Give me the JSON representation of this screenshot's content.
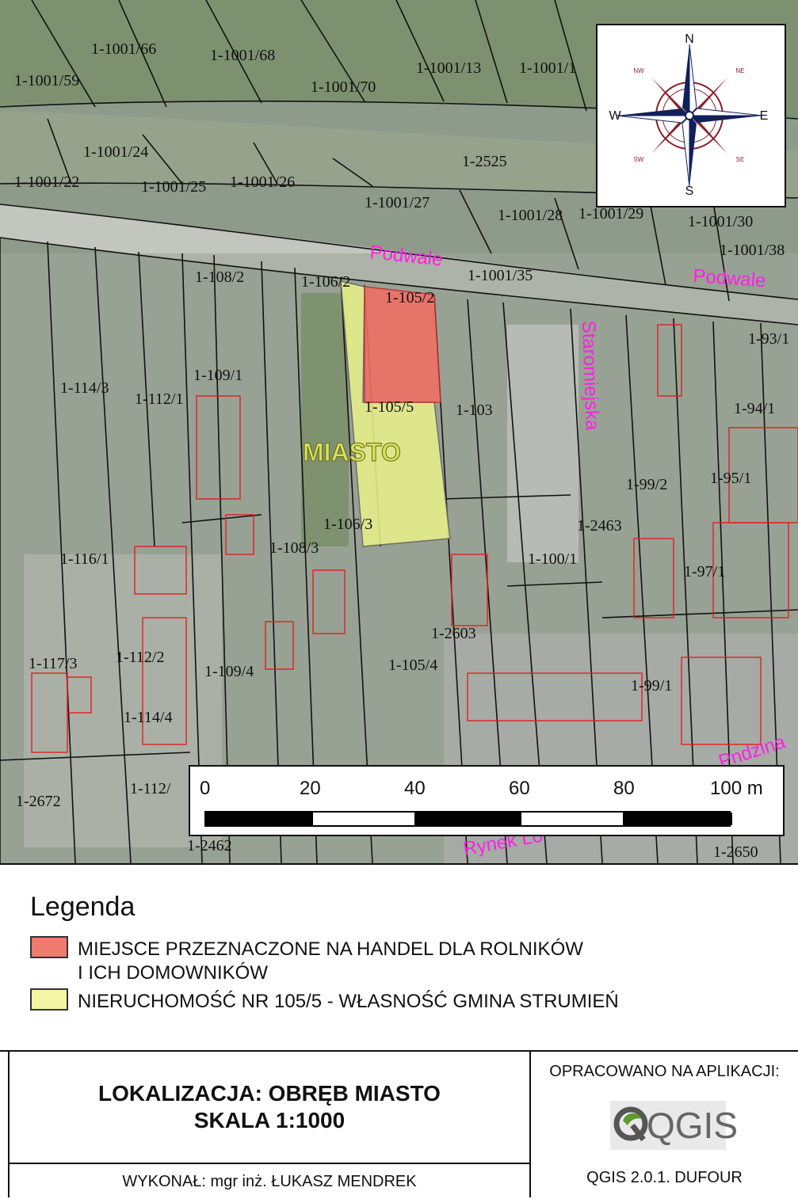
{
  "map": {
    "parcels": [
      "1-1001/66",
      "1-1001/68",
      "1-1001/59",
      "1-1001/70",
      "1-1001/13",
      "1-1001/1",
      "1-1001/24",
      "1-2525",
      "1-1001/22",
      "1-1001/25",
      "1-1001/26",
      "1-1001/27",
      "1-1001/28",
      "1-1001/29",
      "1-1001/30",
      "1-1001/38",
      "1-108/2",
      "1-106/2",
      "1-105/2",
      "1-1001/35",
      "1-93/1",
      "1-109/1",
      "1-114/3",
      "1-112/1",
      "1-105/5",
      "1-103",
      "1-94/1",
      "1-99/2",
      "1-95/1",
      "1-106/3",
      "1-2463",
      "1-108/3",
      "1-116/1",
      "1-100/1",
      "1-97/1",
      "1-2603",
      "1-117/3",
      "1-112/2",
      "1-109/4",
      "1-105/4",
      "1-99/1",
      "1-114/4",
      "1-2672",
      "1-112/",
      "1-2462",
      "1-2650"
    ],
    "streets": [
      "Podwale",
      "Podwale",
      "Staromiejska",
      "Rynek Lo",
      "Pndzina"
    ],
    "area_label": "MIASTO",
    "highlight_colors": {
      "red_parcel": "#f07064",
      "yellow_parcel": "#e8f08a"
    }
  },
  "compass": {
    "n": "N",
    "s": "S",
    "e": "E",
    "w": "W",
    "ne": "NE",
    "nw": "NW",
    "se": "SE",
    "sw": "SW"
  },
  "scale": {
    "ticks": [
      "0",
      "20",
      "40",
      "60",
      "80",
      "100 m"
    ]
  },
  "legend": {
    "title": "Legenda",
    "items": [
      {
        "color": "#f07a6e",
        "line1": "MIEJSCE PRZEZNACZONE NA HANDEL DLA ROLNIKÓW",
        "line2": "I ICH DOMOWNIKÓW"
      },
      {
        "color": "#f5f5a6",
        "line1": "NIERUCHOMOŚĆ NR 105/5 - WŁASNOŚĆ GMINA STRUMIEŃ",
        "line2": ""
      }
    ]
  },
  "footer": {
    "location_line1": "LOKALIZACJA: OBRĘB MIASTO",
    "location_line2": "SKALA 1:1000",
    "author": "WYKONAŁ: mgr inż. ŁUKASZ MENDREK",
    "app_label": "OPRACOWANO NA APLIKACJI:",
    "logo_text": "QGIS",
    "version": "QGIS 2.0.1. DUFOUR"
  }
}
